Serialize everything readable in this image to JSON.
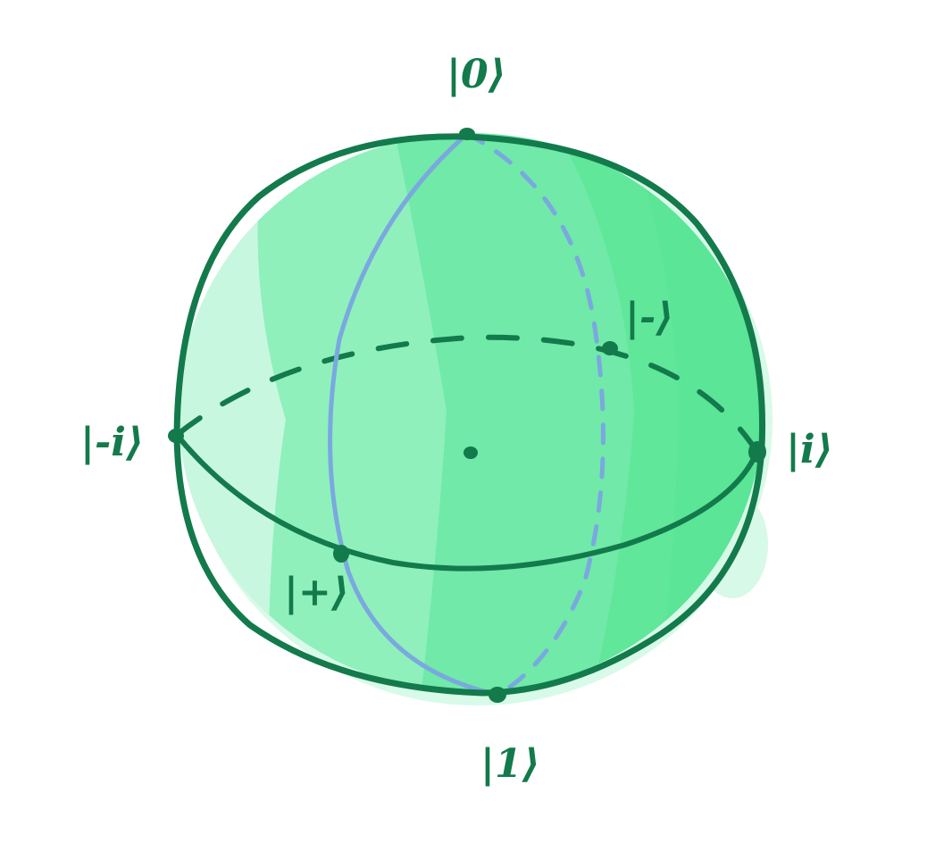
{
  "diagram": {
    "colors": {
      "outline": "#137a4c",
      "meridian": "#7aa8df",
      "fill_light": "#c8f7df",
      "fill_mid": "#8ff0bc",
      "fill_main": "#70e9a9",
      "fill_dark": "#5be596",
      "label": "#137a4c"
    },
    "states": {
      "top": "|0⟩",
      "bottom": "|1⟩",
      "plus": "|+⟩",
      "minus": "|-⟩",
      "plus_i": "|i⟩",
      "minus_i": "|-i⟩"
    }
  }
}
